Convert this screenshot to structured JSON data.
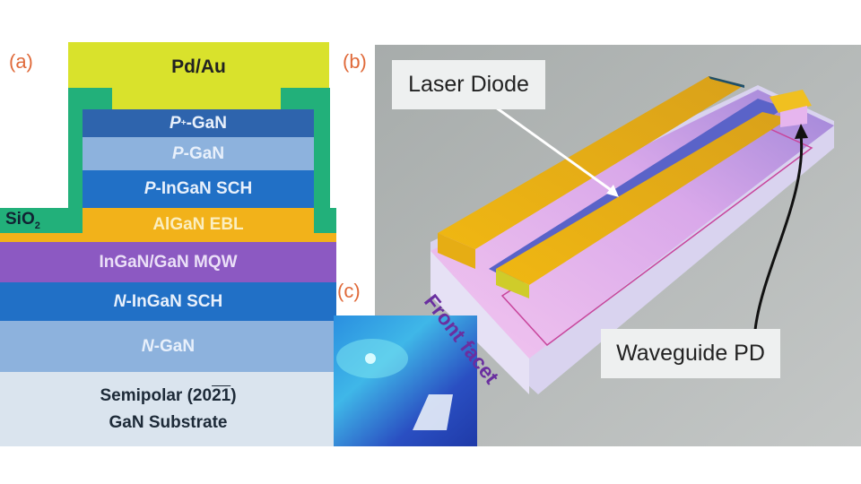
{
  "panel_a": {
    "label": "(a)",
    "metal": "Pd/Au",
    "oxide": "SiO",
    "oxide_sub": "2",
    "layers": [
      {
        "prefix": "P",
        "sup": "+",
        "text": "-GaN"
      },
      {
        "prefix": "P",
        "sup": "",
        "text": "-GaN"
      },
      {
        "prefix": "P",
        "sup": "",
        "text": "-InGaN SCH"
      },
      {
        "prefix": "",
        "sup": "",
        "text": "AlGaN EBL"
      },
      {
        "prefix": "",
        "sup": "",
        "text": "InGaN/GaN MQW"
      },
      {
        "prefix": "N",
        "sup": "",
        "text": "-InGaN SCH"
      },
      {
        "prefix": "N",
        "sup": "",
        "text": "-GaN"
      }
    ],
    "substrate_line1": "Semipolar (20",
    "substrate_overline": "21",
    "substrate_close": ")",
    "substrate_line2": "GaN Substrate"
  },
  "panel_b": {
    "label": "(b)",
    "laser_diode": "Laser Diode",
    "waveguide_pd": "Waveguide PD",
    "front_facet": "Front facet"
  },
  "panel_c": {
    "label": "(c)"
  },
  "colors": {
    "metal": "#d9e22c",
    "oxide": "#22b07a",
    "p_plus": "#2e64ad",
    "light_blue": "#8db2dd",
    "blue": "#2170c6",
    "ebl": "#f2b21a",
    "mqw": "#8c59c2",
    "substrate": "#dae4ee",
    "label": "#e06a3a"
  }
}
